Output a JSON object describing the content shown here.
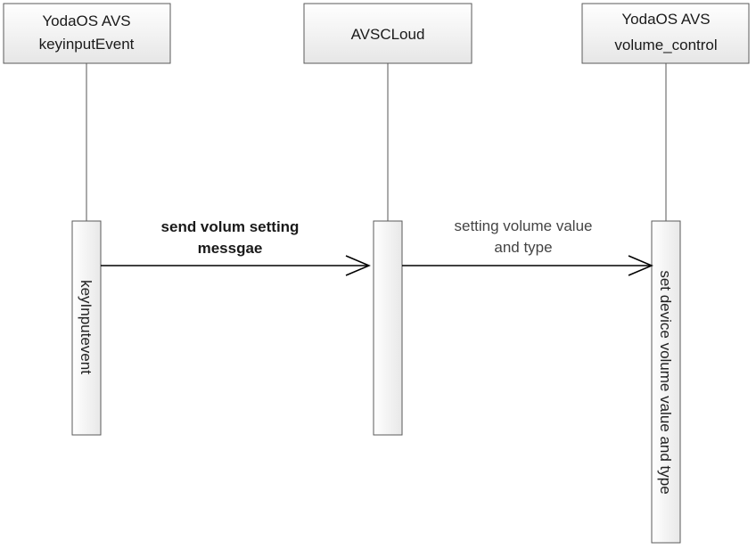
{
  "participants": [
    {
      "id": "keyinput",
      "lines": [
        "YodaOS AVS",
        "keyinputEvent"
      ]
    },
    {
      "id": "avscloud",
      "lines": [
        "AVSCLoud"
      ]
    },
    {
      "id": "volume",
      "lines": [
        "YodaOS AVS",
        "volume_control"
      ]
    }
  ],
  "activations": [
    {
      "participant": "keyinput",
      "label": "keyInputevent"
    },
    {
      "participant": "avscloud",
      "label": ""
    },
    {
      "participant": "volume",
      "label": "set device volume value and type"
    }
  ],
  "messages": [
    {
      "from": "keyinput",
      "to": "avscloud",
      "lines": [
        "send volum setting",
        "messgae"
      ],
      "bold": true
    },
    {
      "from": "avscloud",
      "to": "volume",
      "lines": [
        "setting volume value",
        "and type"
      ],
      "bold": false
    }
  ],
  "colors": {
    "box_fill_top": "#ffffff",
    "box_fill_bottom": "#e9e9e9",
    "box_stroke": "#5a5a5a",
    "lifeline": "#555555",
    "arrow": "#000000"
  }
}
